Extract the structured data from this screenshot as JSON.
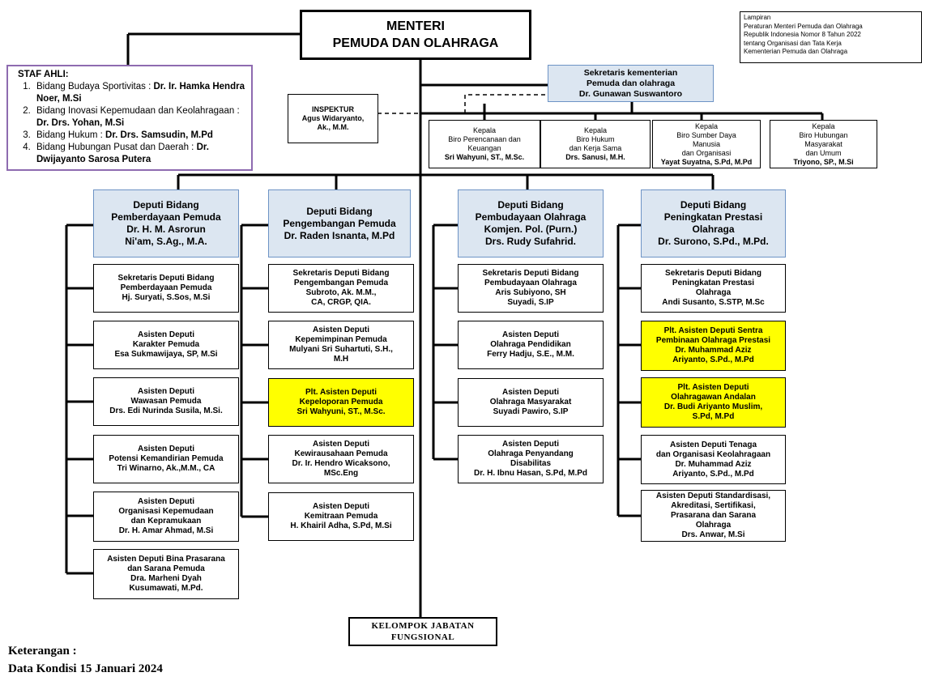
{
  "minister": [
    "MENTERI",
    "PEMUDA DAN OLAHRAGA"
  ],
  "lampiran": [
    "Lampiran",
    "Peraturan Menteri Pemuda dan Olahraga",
    "Republik Indonesia Nomor 8 Tahun 2022",
    "tentang Organisasi dan Tata Kerja",
    "Kementerian Pemuda dan Olahraga"
  ],
  "staf_ahli": {
    "title": "STAF AHLI",
    "items": [
      {
        "label": "Bidang  Budaya Sportivitas : ",
        "name": "Dr. Ir. Hamka Hendra Noer, M.Si"
      },
      {
        "label": "Bidang  Inovasi Kepemudaan dan Keolahragaan : ",
        "name": "Dr. Drs. Yohan, M.Si"
      },
      {
        "label": "Bidang  Hukum  : ",
        "name": "Dr. Drs. Samsudin, M.Pd"
      },
      {
        "label": "Bidang  Hubungan Pusat dan Daerah : ",
        "name": "Dr. Dwijayanto Sarosa Putera"
      }
    ]
  },
  "sekretaris": [
    "Sekretaris kementerian",
    "Pemuda dan olahraga",
    "Dr. Gunawan Suswantoro"
  ],
  "inspektur": [
    "INSPEKTUR",
    "Agus Widaryanto,",
    "Ak., M.M."
  ],
  "biro": [
    {
      "head": "Kepala",
      "lines": [
        "Biro Perencanaan dan",
        "Keuangan"
      ],
      "name": "Sri Wahyuni, ST., M.Sc."
    },
    {
      "head": "Kepala",
      "lines": [
        "Biro Hukum",
        "dan Kerja Sama"
      ],
      "name": "Drs. Sanusi, M.H."
    },
    {
      "head": "Kepala",
      "lines": [
        "Biro Sumber Daya",
        "Manusia",
        "dan Organisasi"
      ],
      "name": "Yayat Suyatna, S.Pd, M.Pd"
    },
    {
      "head": "Kepala",
      "lines": [
        "Biro Hubungan",
        "Masyarakat",
        "dan Umum"
      ],
      "name": "Triyono, SP., M.Si"
    }
  ],
  "deputi": [
    {
      "title": [
        "Deputi Bidang",
        "Pemberdayaan Pemuda",
        "Dr. H. M. Asrorun",
        "Ni'am, S.Ag., M.A."
      ],
      "units": [
        [
          "Sekretaris Deputi Bidang",
          "Pemberdayaan Pemuda",
          "Hj. Suryati, S.Sos, M.Si"
        ],
        [
          "Asisten Deputi",
          "Karakter Pemuda",
          "Esa Sukmawijaya, SP, M.Si"
        ],
        [
          "Asisten Deputi",
          "Wawasan Pemuda",
          "Drs. Edi Nurinda Susila, M.Si."
        ],
        [
          "Asisten Deputi",
          "Potensi Kemandirian Pemuda",
          "Tri Winarno, Ak.,M.M., CA"
        ],
        [
          "Asisten Deputi",
          "Organisasi Kepemudaan",
          "dan Kepramukaan",
          "Dr. H. Amar Ahmad, M.Si"
        ],
        [
          "Asisten Deputi Bina Prasarana",
          "dan Sarana Pemuda",
          "Dra. Marheni Dyah",
          "Kusumawati, M.Pd."
        ]
      ]
    },
    {
      "title": [
        "Deputi Bidang",
        "Pengembangan Pemuda",
        "Dr. Raden Isnanta, M.Pd"
      ],
      "units": [
        [
          "Sekretaris Deputi Bidang",
          "Pengembangan Pemuda",
          "Subroto, Ak. M.M.,",
          "CA, CRGP, QIA."
        ],
        [
          "Asisten Deputi",
          "Kepemimpinan Pemuda",
          "Mulyani Sri Suhartuti, S.H.,",
          "M.H"
        ],
        [
          "Plt. Asisten Deputi",
          "Kepeloporan Pemuda",
          "Sri Wahyuni, ST., M.Sc."
        ],
        [
          "Asisten Deputi",
          "Kewirausahaan Pemuda",
          "Dr. Ir. Hendro Wicaksono,",
          "MSc.Eng"
        ],
        [
          "Asisten Deputi",
          "Kemitraan Pemuda",
          "H. Khairil Adha, S.Pd, M.Si"
        ]
      ]
    },
    {
      "title": [
        "Deputi Bidang",
        "Pembudayaan Olahraga",
        "Komjen. Pol. (Purn.)",
        "Drs. Rudy Sufahrid."
      ],
      "units": [
        [
          "Sekretaris Deputi Bidang",
          "Pembudayaan Olahraga",
          "Aris Subiyono, SH",
          "Suyadi, S.IP"
        ],
        [
          "Asisten Deputi",
          "Olahraga Pendidikan",
          "Ferry Hadju, S.E., M.M."
        ],
        [
          "Asisten Deputi",
          "Olahraga Masyarakat",
          "Suyadi Pawiro, S.IP"
        ],
        [
          "Asisten Deputi",
          "Olahraga Penyandang",
          "Disabilitas",
          "Dr. H. Ibnu Hasan, S.Pd, M.Pd"
        ]
      ]
    },
    {
      "title": [
        "Deputi Bidang",
        "Peningkatan Prestasi",
        "Olahraga",
        "Dr. Surono, S.Pd., M.Pd."
      ],
      "units": [
        [
          "Sekretaris Deputi Bidang",
          "Peningkatan Prestasi",
          "Olahraga",
          "Andi Susanto, S.STP, M.Sc"
        ],
        [
          "Plt. Asisten Deputi Sentra",
          "Pembinaan Olahraga Prestasi",
          "Dr. Muhammad Aziz",
          "Ariyanto, S.Pd., M.Pd"
        ],
        [
          "Plt. Asisten Deputi",
          "Olahragawan Andalan",
          "Dr. Budi Ariyanto Muslim,",
          "S.Pd, M.Pd"
        ],
        [
          "Asisten Deputi Tenaga",
          "dan Organisasi Keolahragaan",
          "Dr. Muhammad Aziz",
          "Ariyanto, S.Pd., M.Pd"
        ],
        [
          "Asisten Deputi Standardisasi,",
          "Akreditasi, Sertifikasi,",
          "Prasarana dan Sarana",
          "Olahraga",
          "Drs. Anwar, M.Si"
        ]
      ]
    }
  ],
  "fungsional": [
    "KELOMPOK JABATAN",
    "FUNGSIONAL"
  ],
  "keterangan": [
    "Keterangan :",
    "Data Kondisi  15 Januari 2024"
  ],
  "colors": {
    "highlight": "#ffff00",
    "deputi_fill": "#dce6f1",
    "deputi_border": "#6d93c5",
    "staf_border": "#8e6bb0"
  }
}
